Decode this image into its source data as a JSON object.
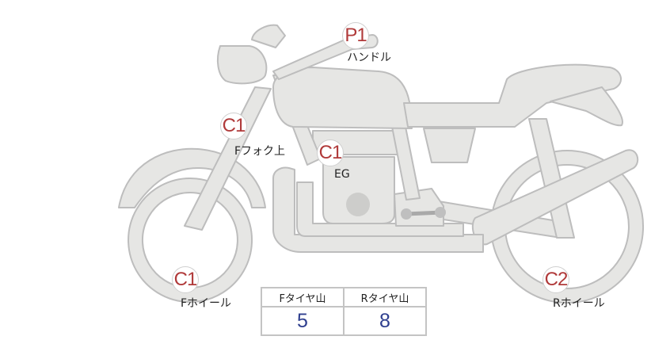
{
  "markers": [
    {
      "code": "P1",
      "label": "ハンドル"
    },
    {
      "code": "C1",
      "label": "Fフォク上"
    },
    {
      "code": "C1",
      "label": "EG"
    },
    {
      "code": "C1",
      "label": "Fホイール"
    },
    {
      "code": "C2",
      "label": "Rホイール"
    }
  ],
  "tread_table": {
    "headers": [
      "Fタイヤ山",
      "Rタイヤ山"
    ],
    "values": [
      "5",
      "8"
    ]
  },
  "colors": {
    "bike_fill": "#e6e6e4",
    "bike_stroke": "#bdbdbd",
    "marker_text": "#b03a3a",
    "value_text": "#2f3f8f"
  }
}
